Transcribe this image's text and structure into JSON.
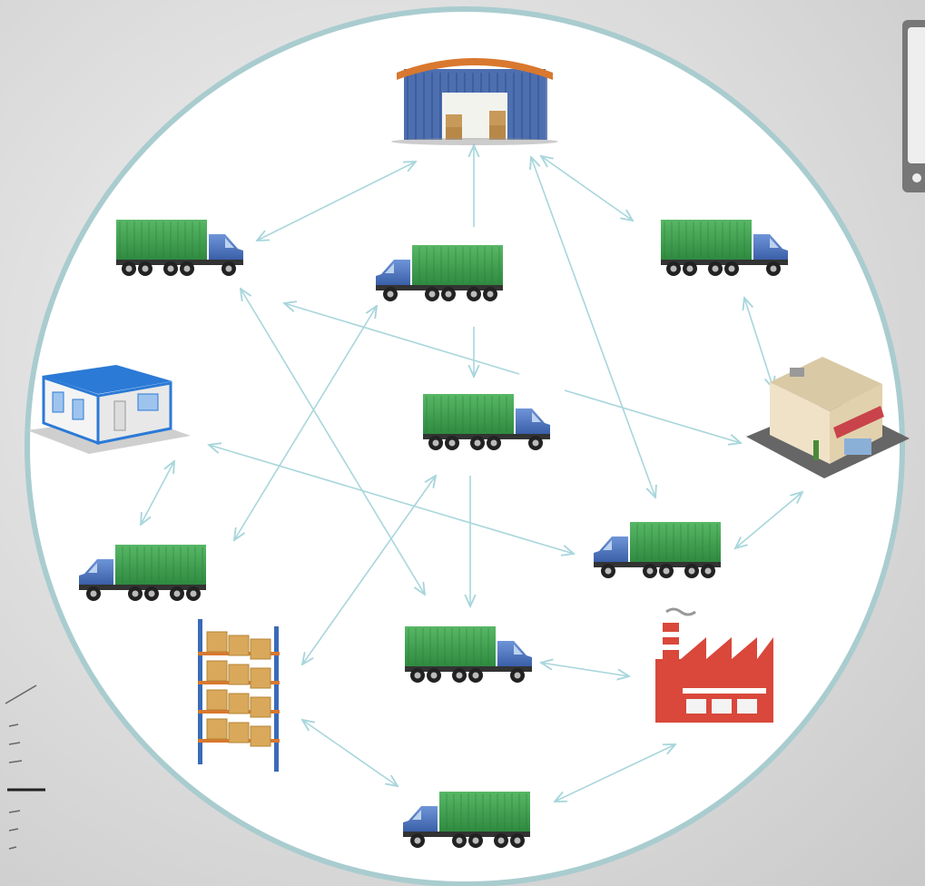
{
  "colors": {
    "background": "#d9d9d9",
    "circle_fill": "#ffffff",
    "circle_stroke": "#a9cccf",
    "arrow": "#a8d6dc",
    "truck_cab": "#4a73c0",
    "container": "#3f9a4e",
    "warehouse_roof": "#d9782f",
    "warehouse_wall": "#4d6fb0",
    "factory": "#d9483b",
    "store_awning": "#c8444a"
  },
  "nodes": [
    {
      "id": "warehouse",
      "icon": "warehouse-icon"
    },
    {
      "id": "truck_1",
      "icon": "truck-icon",
      "facing": "right"
    },
    {
      "id": "truck_2",
      "icon": "truck-icon",
      "facing": "left"
    },
    {
      "id": "truck_3",
      "icon": "truck-icon",
      "facing": "right"
    },
    {
      "id": "portable_office",
      "icon": "portable-office-icon"
    },
    {
      "id": "truck_4",
      "icon": "truck-icon",
      "facing": "right"
    },
    {
      "id": "retail_store",
      "icon": "retail-store-icon"
    },
    {
      "id": "truck_5",
      "icon": "truck-icon",
      "facing": "left"
    },
    {
      "id": "truck_6",
      "icon": "truck-icon",
      "facing": "left"
    },
    {
      "id": "storage_rack",
      "icon": "storage-rack-icon"
    },
    {
      "id": "truck_7",
      "icon": "truck-icon",
      "facing": "right"
    },
    {
      "id": "factory",
      "icon": "factory-icon"
    },
    {
      "id": "truck_8",
      "icon": "truck-icon",
      "facing": "left"
    }
  ],
  "edges": [
    {
      "from": "truck_1",
      "to": "warehouse",
      "bidirectional": true
    },
    {
      "from": "truck_2",
      "to": "warehouse",
      "bidirectional": false
    },
    {
      "from": "truck_3",
      "to": "warehouse",
      "bidirectional": true
    },
    {
      "from": "warehouse",
      "to": "truck_6",
      "bidirectional": true
    },
    {
      "from": "truck_3",
      "to": "retail_store",
      "bidirectional": true
    },
    {
      "from": "retail_store",
      "to": "truck_6",
      "bidirectional": true
    },
    {
      "from": "truck_1",
      "to": "truck_7",
      "bidirectional": true
    },
    {
      "from": "truck_4",
      "to": "truck_1",
      "bidirectional": false
    },
    {
      "from": "truck_4",
      "to": "retail_store",
      "bidirectional": false
    },
    {
      "from": "truck_2",
      "to": "truck_4",
      "bidirectional": false
    },
    {
      "from": "truck_2",
      "to": "truck_5",
      "bidirectional": true
    },
    {
      "from": "portable_office",
      "to": "truck_5",
      "bidirectional": true
    },
    {
      "from": "portable_office",
      "to": "truck_6",
      "bidirectional": true
    },
    {
      "from": "truck_4",
      "to": "truck_7",
      "bidirectional": false
    },
    {
      "from": "truck_4",
      "to": "storage_rack",
      "bidirectional": true
    },
    {
      "from": "truck_7",
      "to": "factory",
      "bidirectional": true
    },
    {
      "from": "storage_rack",
      "to": "truck_8",
      "bidirectional": true
    },
    {
      "from": "factory",
      "to": "truck_8",
      "bidirectional": true
    }
  ]
}
